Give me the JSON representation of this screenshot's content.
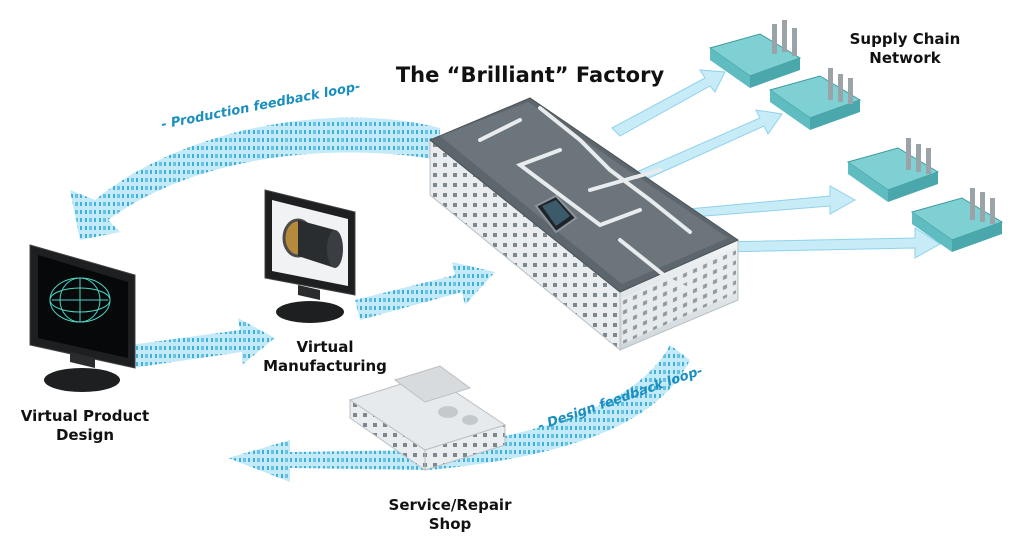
{
  "title": "The “Brilliant” Factory",
  "supply_chain": {
    "line1": "Supply Chain",
    "line2": "Network"
  },
  "virtual_product_design": {
    "line1": "Virtual Product",
    "line2": "Design"
  },
  "virtual_manufacturing": {
    "line1": "Virtual",
    "line2": "Manufacturing"
  },
  "service_repair": {
    "line1": "Service/Repair",
    "line2": "Shop"
  },
  "production_loop": "- Production  feedback loop-",
  "design_loop": "- Design feedback loop-",
  "colors": {
    "arrow_fill": "#9fdcf0",
    "arrow_binary": "#2aa7d6",
    "loop_text": "#1b8fbf",
    "factory_roof": "#5d666c",
    "factory_wall": "#e8ecee",
    "supply_factory": "#58b9bd"
  }
}
